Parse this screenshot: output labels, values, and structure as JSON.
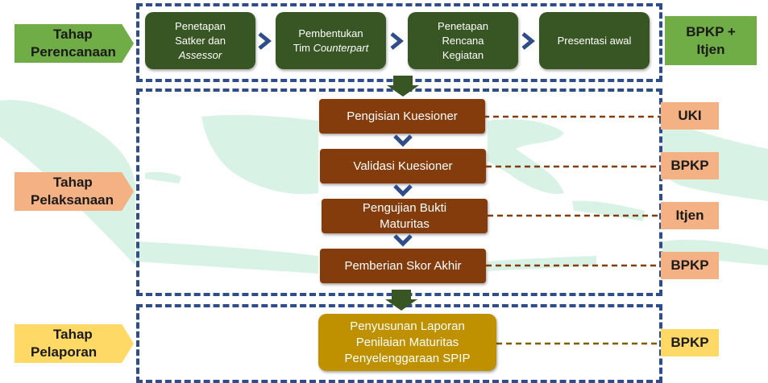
{
  "planning": {
    "tab": {
      "line1": "Tahap",
      "line2": "Perencanaan"
    },
    "steps": [
      {
        "line1": "Penetapan",
        "line2": "Satker dan",
        "line3": "Assessor"
      },
      {
        "line1": "Pembentukan",
        "line2_prefix": "Tim ",
        "line2_italic": "Counterpart"
      },
      {
        "line1": "Penetapan",
        "line2": "Rencana",
        "line3": "Kegiatan"
      },
      {
        "line1": "Presentasi awal"
      }
    ],
    "actor": {
      "line1": "BPKP +",
      "line2": "Itjen"
    }
  },
  "execution": {
    "tab": {
      "line1": "Tahap",
      "line2": "Pelaksanaan"
    },
    "steps": [
      {
        "label": "Pengisian Kuesioner",
        "actor": "UKI"
      },
      {
        "label": "Validasi Kuesioner",
        "actor": "BPKP"
      },
      {
        "line1": "Pengujian Bukti",
        "line2": "Maturitas",
        "actor": "Itjen"
      },
      {
        "label": "Pemberian Skor Akhir",
        "actor": "BPKP"
      }
    ]
  },
  "reporting": {
    "tab": {
      "line1": "Tahap",
      "line2": "Pelaporan"
    },
    "step": {
      "line1": "Penyusunan Laporan",
      "line2": "Penilaian Maturitas",
      "line3": "Penyelenggaraan SPIP"
    },
    "actor": "BPKP"
  },
  "colors": {
    "planning": "#70ad47",
    "planning_box": "#375623",
    "execution": "#f4b183",
    "execution_box": "#843c0c",
    "reporting": "#ffd966",
    "reporting_box": "#bf9000",
    "frame": "#2f4d8a",
    "map": "#d9f2e6"
  }
}
